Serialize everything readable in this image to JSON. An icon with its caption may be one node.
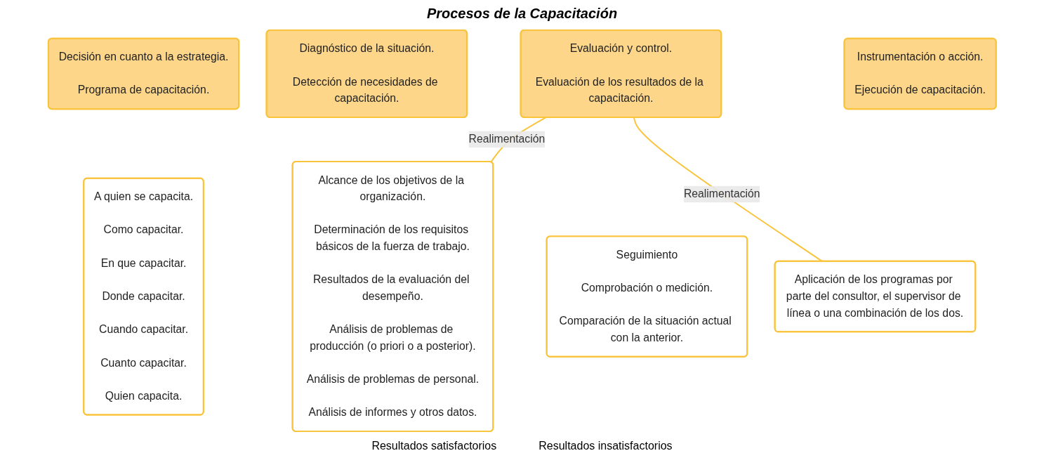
{
  "diagram": {
    "title": "Procesos de la Capacitación",
    "nodes": [
      {
        "text": [
          "Diagnóstico de la situación.",
          "Detección de necesidades de capacitación."
        ]
      },
      {
        "text": [
          "Alcance de los objetivos de la organización.",
          "Determinación de los requisitos básicos de la fuerza de trabajo.",
          "Resultados de la evaluación del desempeño.",
          "Análisis de problemas de producción (o priori o a posterior).",
          "Análisis de problemas de personal.",
          "Análisis de informes y otros datos."
        ]
      },
      {
        "text": [
          "Decisión en cuanto a la estrategia.",
          "Programa de capacitación."
        ]
      },
      {
        "text": [
          "A quien se capacita.",
          "Como capacitar.",
          "En que capacitar.",
          "Donde capacitar.",
          "Cuando capacitar.",
          "Cuanto capacitar.",
          "Quien capacita."
        ]
      },
      {
        "text": [
          "Instrumentación o acción.",
          "Ejecución de capacitación."
        ]
      },
      {
        "text": [
          "Aplicación de los programas por parte del consultor, el supervisor de línea o una combinación de los dos."
        ]
      },
      {
        "text": [
          "Evaluación y control.",
          "Evaluación de los resultados de la capacitación."
        ]
      },
      {
        "text": [
          "Seguimiento",
          "Comprobación o medición.",
          "Comparación de la situación actual con la anterior."
        ]
      }
    ],
    "edges": [
      {
        "from": 6,
        "to": 5,
        "arrow": "none",
        "label": "Realimentación"
      },
      {
        "from": 6,
        "to": 1,
        "arrow": "none",
        "label": "Realimentación"
      }
    ],
    "labels": [
      "Resultados satisfactorios",
      "Resultados insatisfactorios"
    ]
  }
}
